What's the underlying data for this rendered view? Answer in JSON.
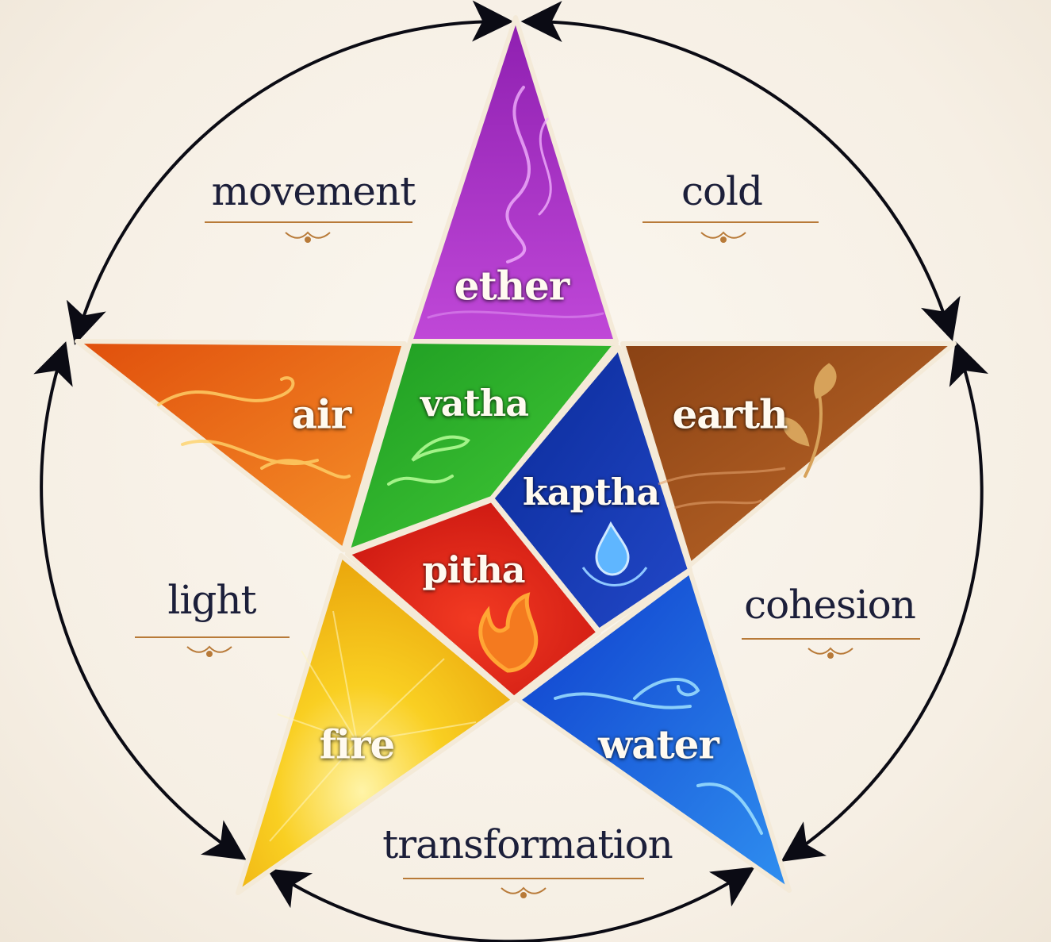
{
  "qualities": {
    "movement": "movement",
    "cold": "cold",
    "light": "light",
    "cohesion": "cohesion",
    "transformation": "transformation"
  },
  "elements": {
    "ether": "ether",
    "air": "air",
    "earth": "earth",
    "fire": "fire",
    "water": "water"
  },
  "doshas": {
    "vatha": "vatha",
    "kaptha": "kaptha",
    "pitha": "pitha"
  },
  "colors": {
    "ether": "#a430c2",
    "air": "#ee6a12",
    "earth": "#a3541c",
    "fire": "#f6c21b",
    "water": "#1756d6",
    "vatha": "#2bb42e",
    "kaptha": "#1233ab",
    "pitha": "#e2281c",
    "text_dark": "#1c1f3a",
    "ornament": "#b87a38"
  }
}
